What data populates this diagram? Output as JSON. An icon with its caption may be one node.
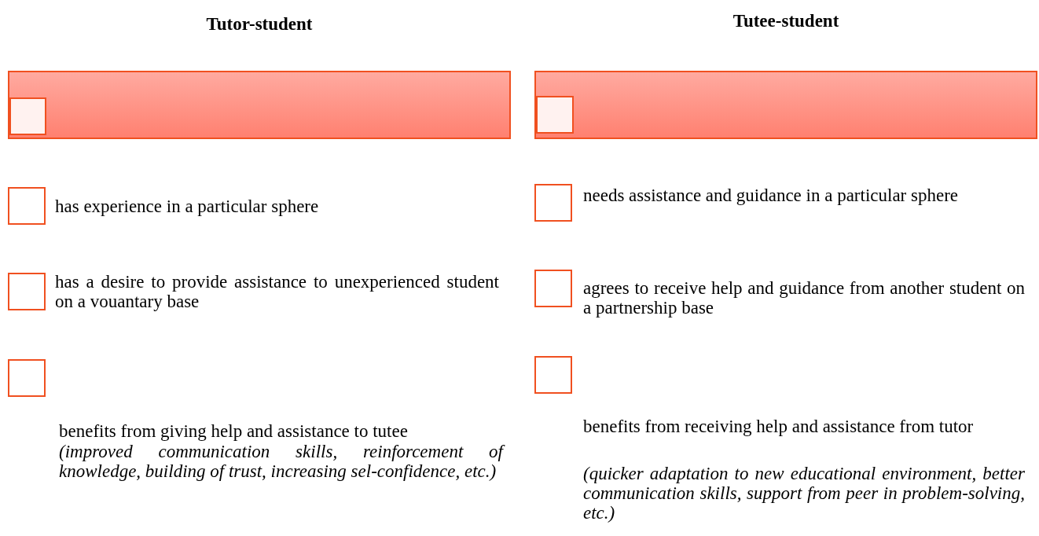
{
  "diagram": {
    "nodes": [
      {
        "text": [],
        "shape": "bar"
      },
      {
        "text": [],
        "shape": "box",
        "in": 0
      },
      {
        "text": [],
        "shape": "box",
        "beside": [
          "has experience in a particular sphere"
        ]
      },
      {
        "text": [],
        "shape": "box",
        "beside": [
          "has a desire to provide assistance to unexperienced student on a vouantary base"
        ]
      },
      {
        "text": [],
        "shape": "box",
        "beside": [
          "benefits from giving help and assistance to tutee",
          "(improved communication skills, reinforcement of knowledge, building of trust, increasing sel-confidence, etc.)"
        ]
      },
      {
        "text": [],
        "shape": "bar"
      },
      {
        "text": [],
        "shape": "box",
        "in": 5
      },
      {
        "text": [],
        "shape": "box",
        "beside": [
          "needs assistance and guidance in a particular sphere"
        ]
      },
      {
        "text": [],
        "shape": "box",
        "beside": [
          "agrees to receive help and guidance from another student on a partnership base"
        ]
      },
      {
        "text": [],
        "shape": "box",
        "beside": [
          "benefits from receiving help and assistance from tutor",
          "(quicker adaptation to new educational environment, better communication skills, support from peer in problem-solving, etc.)"
        ]
      }
    ],
    "edges": [],
    "labels": [
      "Tutor-student",
      "Tutee-student"
    ]
  }
}
